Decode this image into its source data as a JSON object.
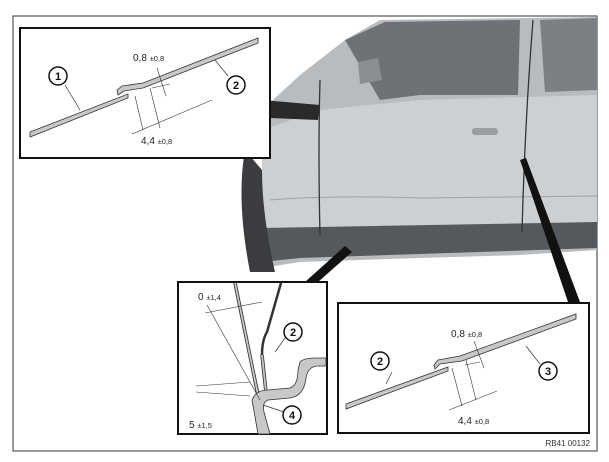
{
  "figure_id": "RB41 00132",
  "top_left_detail": {
    "callouts": [
      "1",
      "2"
    ],
    "gap_value": "0,8",
    "gap_tolerance": "±0,8",
    "overlap_value": "4,4",
    "overlap_tolerance": "±0,8"
  },
  "bottom_left_detail": {
    "callouts": [
      "2",
      "4"
    ],
    "flush_value": "0",
    "flush_tolerance": "±1,4",
    "clearance_value": "5",
    "clearance_tolerance": "±1,5"
  },
  "bottom_right_detail": {
    "callouts": [
      "2",
      "3"
    ],
    "gap_value": "0,8",
    "gap_tolerance": "±0,8",
    "overlap_value": "4,4",
    "overlap_tolerance": "±0,8"
  },
  "colors": {
    "panel": "#c8c8c8",
    "car_body": "#c4c6c8",
    "frame": "#111111"
  }
}
